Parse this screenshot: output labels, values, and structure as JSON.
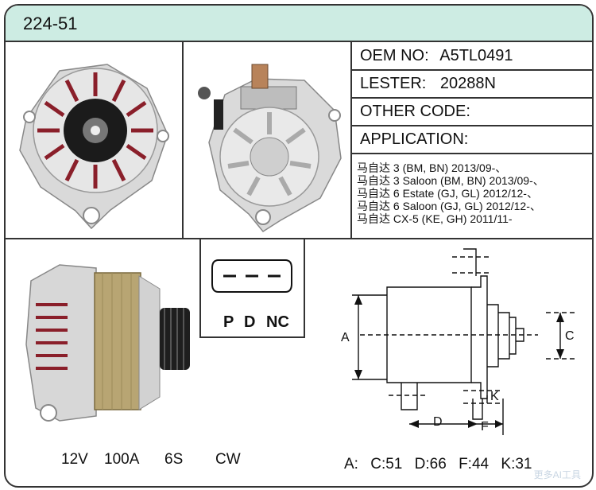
{
  "header": {
    "part_code": "224-51"
  },
  "info": {
    "oem_label": "OEM NO:",
    "oem_value": "A5TL0491",
    "lester_label": "LESTER:",
    "lester_value": "20288N",
    "other_label": "OTHER CODE:",
    "other_value": "",
    "application_label": "APPLICATION:",
    "applications": [
      "马自达 3 (BM, BN) 2013/09-、",
      "马自达 3 Saloon (BM, BN) 2013/09-、",
      "马自达 6 Estate (GJ, GL) 2012/12-、",
      "马自达 6 Saloon (GJ, GL) 2012/12-、",
      "马自达 CX-5 (KE, GH) 2011/11-"
    ]
  },
  "plug": {
    "pins": [
      "P",
      "D",
      "NC"
    ]
  },
  "specs": {
    "voltage": "12V",
    "current": "100A",
    "pulley": "6S",
    "rotation": "CW"
  },
  "diagram": {
    "labels": {
      "a": "A",
      "c": "C",
      "d": "D",
      "f": "F",
      "k": "K"
    }
  },
  "dimensions": {
    "a": "A:",
    "c": "C:51",
    "d": "D:66",
    "f": "F:44",
    "k": "K:31"
  },
  "watermark": "更多AI工具"
}
